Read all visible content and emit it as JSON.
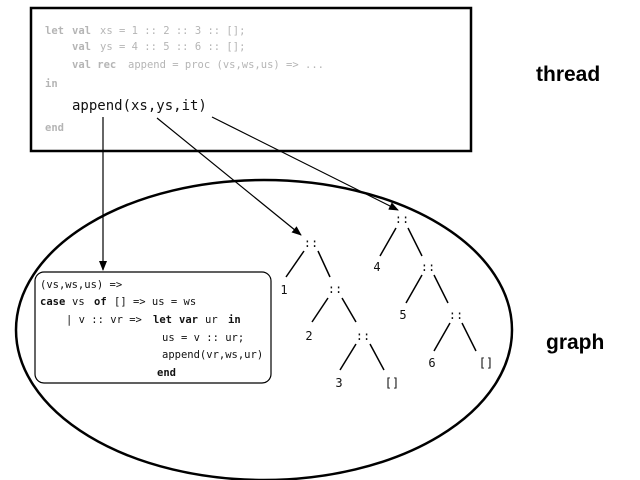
{
  "thread": {
    "label": "thread",
    "lines": [
      {
        "kw": "let",
        "kw2": "val",
        "rest": "xs = 1 :: 2 :: 3 :: [];"
      },
      {
        "kw": "val",
        "kw2": "",
        "rest": "ys = 4 :: 5 :: 6 :: [];"
      },
      {
        "kw": "val rec",
        "kw2": "",
        "rest": "append = proc (vs,ws,us) => ..."
      },
      {
        "kw": "in",
        "kw2": "",
        "rest": ""
      }
    ],
    "call": "append(xs,ys,it)",
    "end": "end"
  },
  "graph": {
    "label": "graph",
    "closure": {
      "line1": "(vs,ws,us) =>",
      "line2_kw1": "case",
      "line2_mid": "vs",
      "line2_kw2": "of",
      "line2_rest": "[] => us = ws",
      "line3_pre": "| v :: vr =>",
      "line3_kw1": "let",
      "line3_kw2": "var",
      "line3_mid": "ur",
      "line3_kw3": "in",
      "line4": "us = v :: ur;",
      "line5": "append(vr,ws,ur)",
      "line6": "end"
    },
    "list_xs": {
      "cons": "::",
      "elements": [
        "1",
        "2",
        "3"
      ],
      "nil": "[]"
    },
    "list_ys": {
      "cons": "::",
      "elements": [
        "4",
        "5",
        "6"
      ],
      "nil": "[]"
    }
  }
}
